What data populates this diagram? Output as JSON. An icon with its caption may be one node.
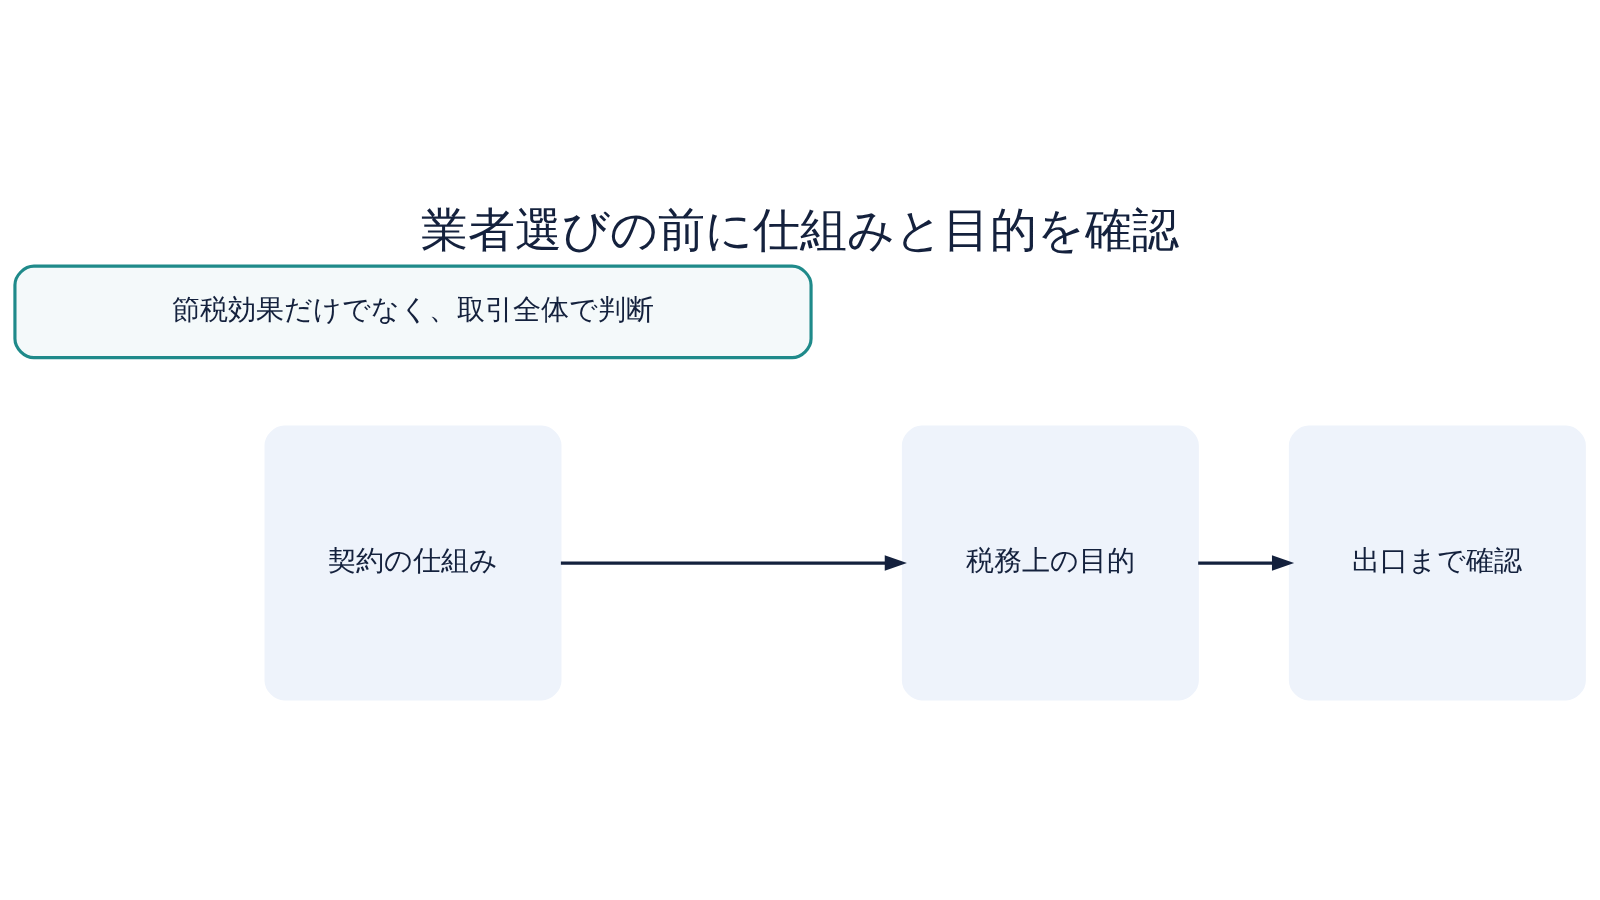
{
  "diagram": {
    "title": "業者選びの前に仕組みと目的を確認",
    "nodes": [
      {
        "text": [
          "契約の仕組み"
        ]
      },
      {
        "text": [
          "税務上の目的"
        ]
      },
      {
        "text": [
          "出口まで確認"
        ]
      },
      {
        "text": [
          "節税効果だけでなく、取引全体で判断"
        ]
      }
    ],
    "edges": [
      {
        "from": 0,
        "to": 1,
        "arrow": "to"
      },
      {
        "from": 1,
        "to": 2,
        "arrow": "to"
      }
    ]
  }
}
